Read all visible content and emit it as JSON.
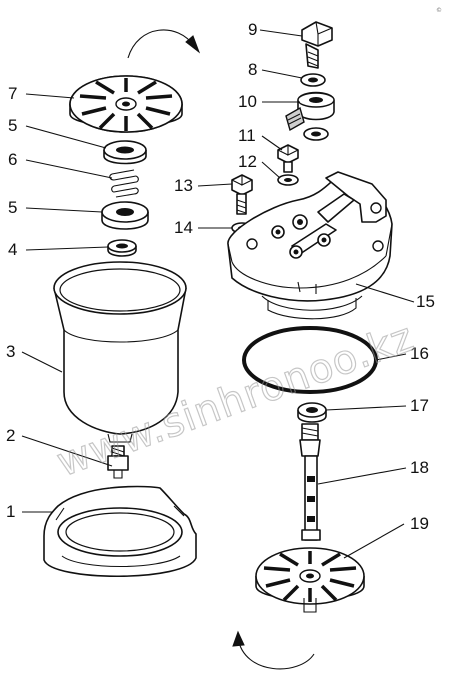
{
  "watermark": "www.sinhronoo.kz",
  "corner_mark": "©",
  "callouts": {
    "c1": "1",
    "c2": "2",
    "c3": "3",
    "c4": "4",
    "c5a": "5",
    "c5b": "5",
    "c6": "6",
    "c7": "7",
    "c8": "8",
    "c9": "9",
    "c10": "10",
    "c11": "11",
    "c12": "12",
    "c13": "13",
    "c14": "14",
    "c15": "15",
    "c16": "16",
    "c17": "17",
    "c18": "18",
    "c19": "19"
  }
}
